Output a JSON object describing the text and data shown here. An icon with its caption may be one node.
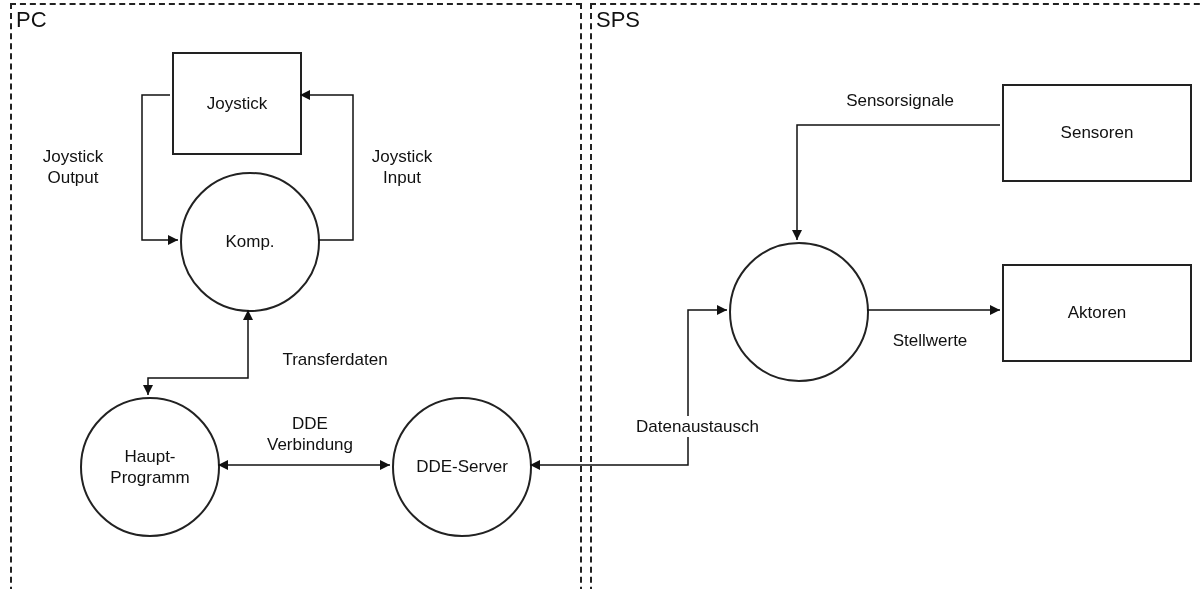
{
  "diagram": {
    "nodes": [
      {
        "text": [
          "PC"
        ]
      },
      {
        "text": [
          "Joystick"
        ],
        "in": 0
      },
      {
        "text": [
          "Komp."
        ],
        "in": 0
      },
      {
        "text": [
          "Haupt-Programm"
        ],
        "in": 0
      },
      {
        "text": [
          "DDE-Server"
        ],
        "in": 0
      },
      {
        "text": [
          "SPS"
        ]
      },
      {
        "text": [
          "Sensoren"
        ],
        "in": 5
      },
      {
        "text": [],
        "shape": "circle",
        "in": 5
      },
      {
        "text": [
          "Aktoren"
        ],
        "in": 5
      }
    ],
    "edges": [
      {
        "from": 1,
        "to": 2,
        "arrow": "to",
        "label": "Joystick Output"
      },
      {
        "from": 2,
        "to": 1,
        "arrow": "to",
        "label": "Joystick Input"
      },
      {
        "from": 3,
        "to": 2,
        "arrow": "both",
        "label": "Transferdaten"
      },
      {
        "from": 3,
        "to": 4,
        "arrow": "both",
        "label": "DDE Verbindung"
      },
      {
        "from": 4,
        "to": 7,
        "arrow": "both",
        "label": "Datenaustausch"
      },
      {
        "from": 6,
        "to": 7,
        "arrow": "to",
        "label": "Sensorsignale"
      },
      {
        "from": 7,
        "to": 8,
        "arrow": "to",
        "label": "Stellwerte"
      }
    ]
  }
}
